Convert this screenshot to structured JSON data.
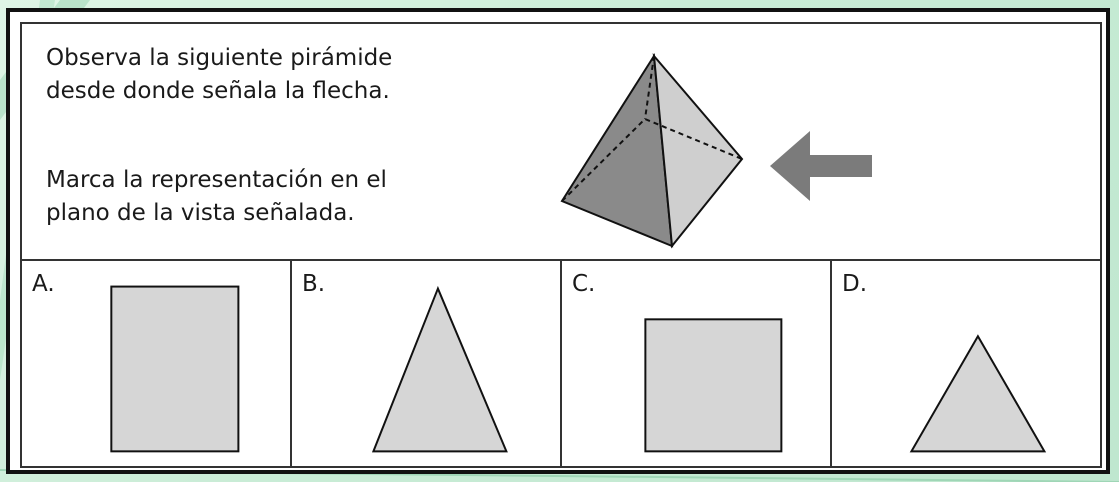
{
  "question": {
    "paragraph1": "Observa la siguiente pirámide\ndesde donde señala la flecha.",
    "paragraph2": "Marca la representación en el\nplano de la vista señalada."
  },
  "options": [
    {
      "letter": "A.",
      "shape": "rectangle"
    },
    {
      "letter": "B.",
      "shape": "tall-triangle"
    },
    {
      "letter": "C.",
      "shape": "square"
    },
    {
      "letter": "D.",
      "shape": "small-triangle"
    }
  ],
  "colors": {
    "shape_fill": "#d6d6d6",
    "pyramid_dark_face": "#8a8a8a",
    "pyramid_light_face": "#cfcfcf",
    "arrow": "#7b7b7b",
    "frame": "#111111"
  },
  "icons": {
    "view_arrow": "arrow-left-icon"
  }
}
